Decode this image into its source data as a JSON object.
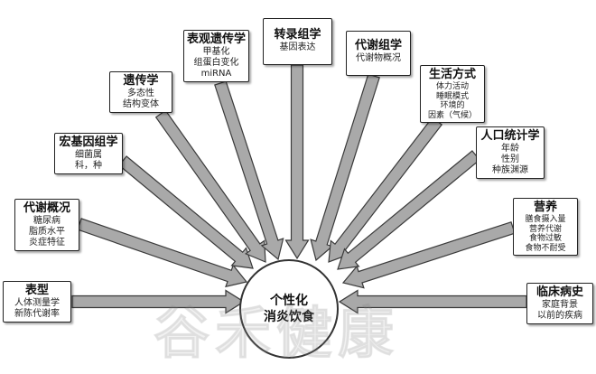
{
  "center": {
    "line1": "个性化",
    "line2": "消炎饮食"
  },
  "watermark": "谷禾健康",
  "nodes": {
    "phenotype": {
      "title": "表型",
      "desc1": "人体测量学",
      "desc2": "新陈代谢率"
    },
    "metabolic": {
      "title": "代谢概况",
      "desc1": "糖尿病",
      "desc2": "脂质水平",
      "desc3": "炎症特征"
    },
    "metagenomics": {
      "title": "宏基因组学",
      "desc1": "细菌属",
      "desc2": "科，种"
    },
    "genetics": {
      "title": "遗传学",
      "desc1": "多态性",
      "desc2": "结构变体"
    },
    "epigenetics": {
      "title": "表观遗传学",
      "desc1": "甲基化",
      "desc2": "组蛋白变化",
      "desc3": "miRNA"
    },
    "transcriptomics": {
      "title": "转录组学",
      "desc1": "基因表达"
    },
    "metabolomics": {
      "title": "代谢组学",
      "desc1": "代谢物概况"
    },
    "lifestyle": {
      "title": "生活方式",
      "desc1": "体力活动",
      "desc2": "睡眠模式",
      "desc3": "环境的",
      "desc4": "因素（气候）"
    },
    "demographics": {
      "title": "人口统计学",
      "desc1": "年龄",
      "desc2": "性别",
      "desc3": "种族渊源"
    },
    "nutrition": {
      "title": "营养",
      "desc1": "膳食摄入量",
      "desc2": "营养代谢",
      "desc3": "食物过敏",
      "desc4": "食物不耐受"
    },
    "clinical": {
      "title": "临床病史",
      "desc1": "家庭背景",
      "desc2": "以前的疾病"
    }
  },
  "colors": {
    "arrow_fill": "#a9a9a9",
    "arrow_stroke": "#3a3a3a",
    "border": "#222222"
  }
}
